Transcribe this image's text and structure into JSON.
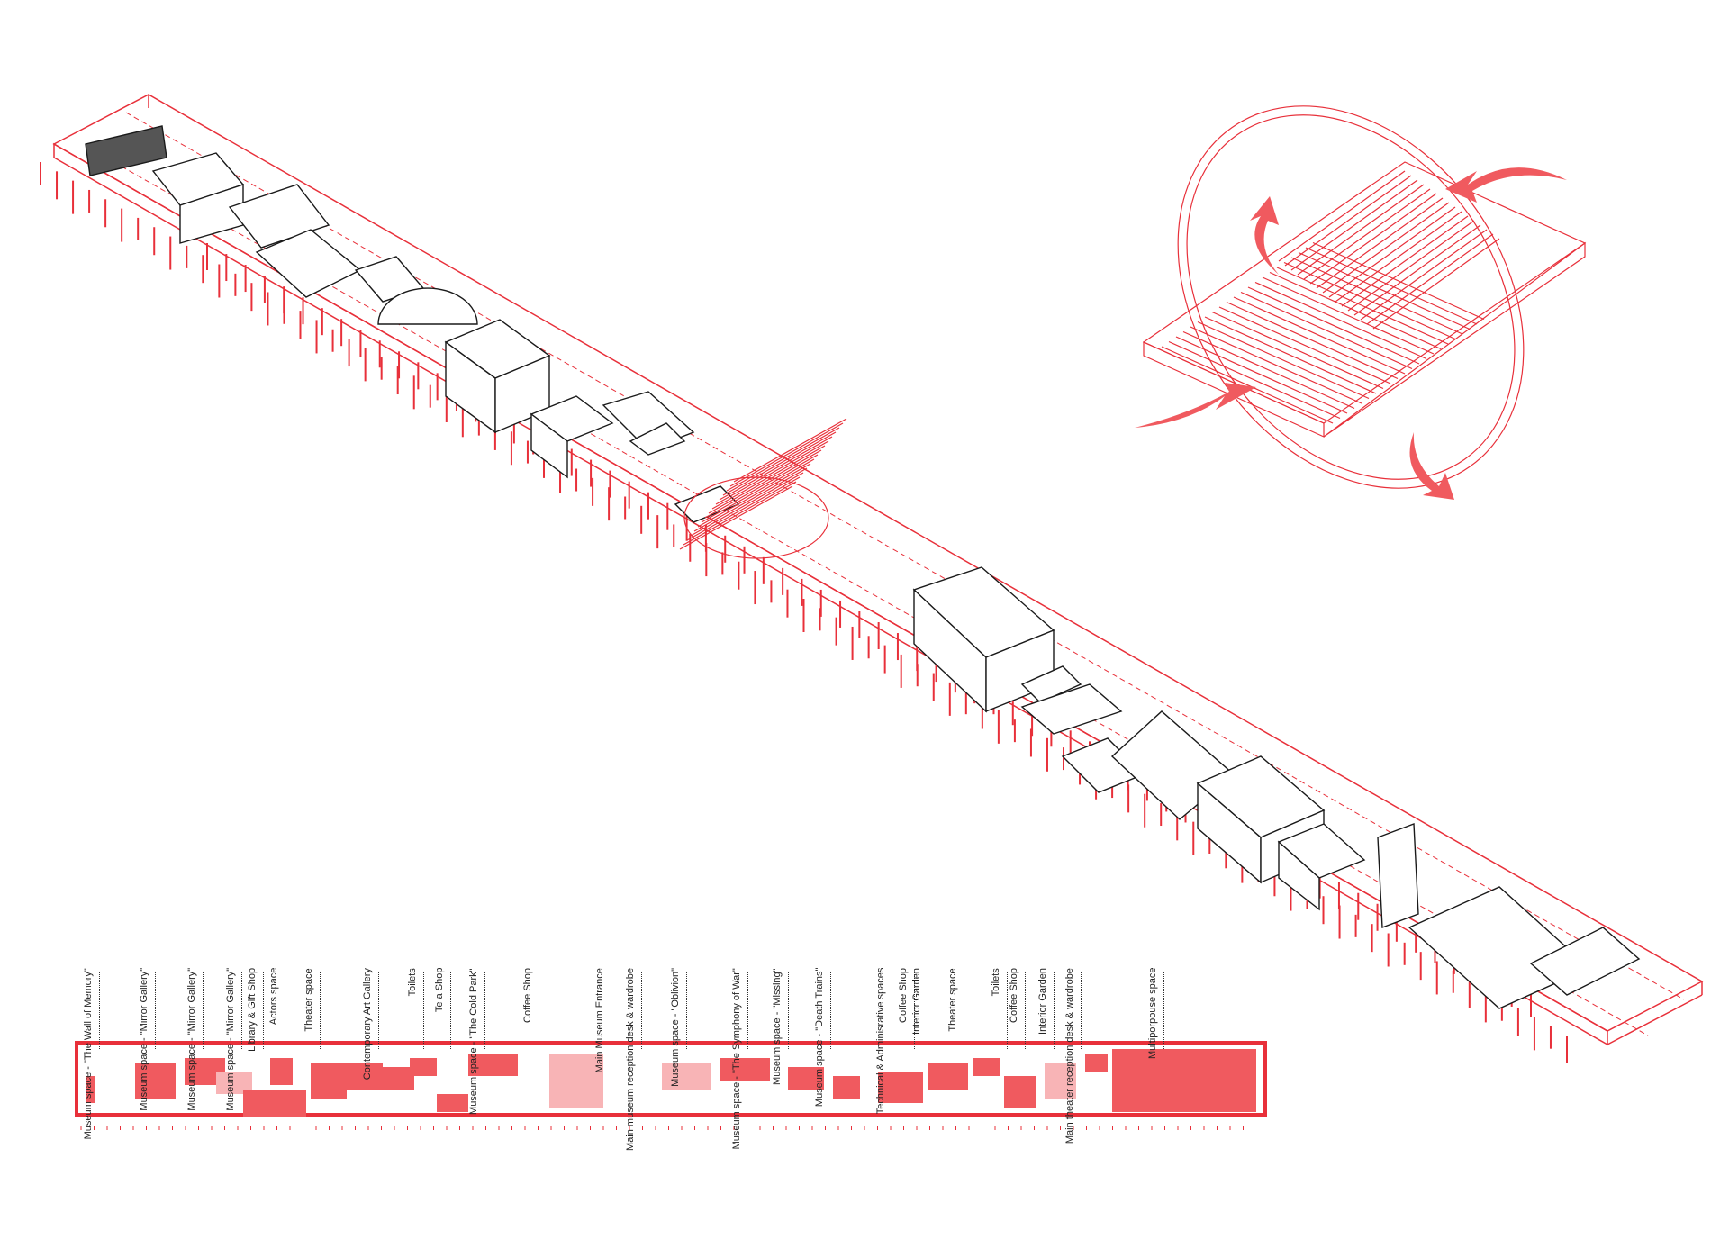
{
  "colors": {
    "accent": "#e8303a",
    "fill": "#f05a5f",
    "fill_light": "#f8b4b6",
    "line": "#1a1a1a"
  },
  "labels": [
    "Museum space - \"The Wall of Memory\"",
    "Museum space - \"Mirror Gallery\"",
    "Museum space - \"Mirror Gallery\"",
    "Museum space - \"Mirror Gallery\"",
    "Library & Gift Shop",
    "Actors space",
    "Theater space",
    "Contemporary Art Gallery",
    "Toilets",
    "Te a Shop",
    "Museum space - \"The Cold Park\"",
    "Coffee Shop",
    "Main Museum Entrance",
    "Main museum reception desk & wardrobe",
    "Museum space - \"Oblivion\"",
    "Museum space - \"The Symphony of War\"",
    "Museum space - \"Missing\"",
    "Museum space - \"Death Trains\"",
    "Technical & Adminisrative spaces",
    "Coffee Shop",
    "Interior Garden",
    "Theater space",
    "Toilets",
    "Coffee Shop",
    "Interior Garden",
    "Main theater reception desk & wardrobe",
    "Multiporpouse space"
  ]
}
